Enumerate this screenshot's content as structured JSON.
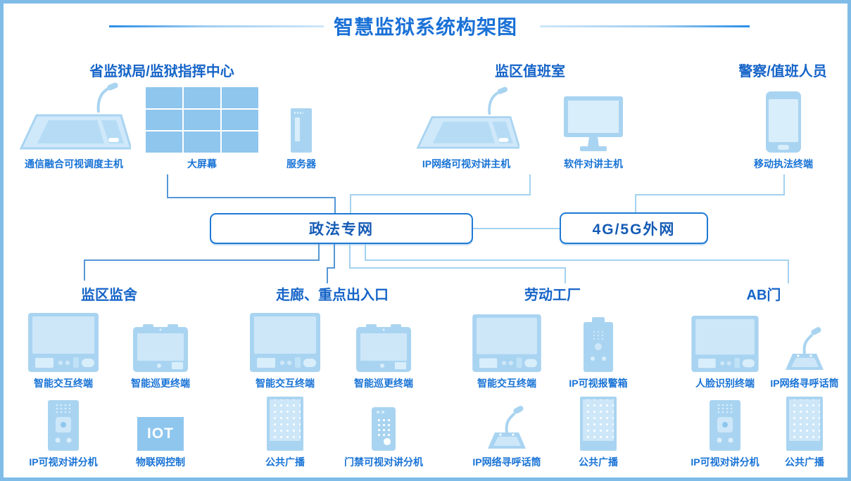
{
  "title": "智慧监狱系统构架图",
  "top_groups": [
    {
      "name": "省监狱局/监狱指挥中心",
      "devices": [
        {
          "label": "通信融合可视调度主机",
          "icon": "dispatch-console"
        },
        {
          "label": "大屏幕",
          "icon": "video-wall"
        },
        {
          "label": "服务器",
          "icon": "server"
        }
      ]
    },
    {
      "name": "监区值班室",
      "devices": [
        {
          "label": "IP网络可视对讲主机",
          "icon": "dispatch-console"
        },
        {
          "label": "软件对讲主机",
          "icon": "desktop-monitor"
        }
      ]
    },
    {
      "name": "警察/值班人员",
      "devices": [
        {
          "label": "移动执法终端",
          "icon": "mobile-phone"
        }
      ]
    }
  ],
  "networks": [
    {
      "label": "政法专网"
    },
    {
      "label": "4G/5G外网"
    }
  ],
  "bottom_groups": [
    {
      "name": "监区监舍",
      "devices": [
        {
          "label": "智能交互终端",
          "icon": "interactive-terminal"
        },
        {
          "label": "智能巡更终端",
          "icon": "patrol-tablet"
        },
        {
          "label": "IP可视对讲分机",
          "icon": "video-intercom"
        },
        {
          "label": "物联网控制",
          "icon": "iot-box",
          "icon_text": "IOT"
        }
      ]
    },
    {
      "name": "走廊、重点出入口",
      "devices": [
        {
          "label": "智能交互终端",
          "icon": "interactive-terminal"
        },
        {
          "label": "智能巡更终端",
          "icon": "patrol-tablet"
        },
        {
          "label": "公共广播",
          "icon": "pa-speaker"
        },
        {
          "label": "门禁可视对讲分机",
          "icon": "access-intercom"
        }
      ]
    },
    {
      "name": "劳动工厂",
      "devices": [
        {
          "label": "智能交互终端",
          "icon": "interactive-terminal"
        },
        {
          "label": "IP可视报警箱",
          "icon": "alarm-box"
        },
        {
          "label": "IP网络寻呼话筒",
          "icon": "paging-mic"
        },
        {
          "label": "公共广播",
          "icon": "pa-speaker"
        }
      ]
    },
    {
      "name": "AB门",
      "devices": [
        {
          "label": "人脸识别终端",
          "icon": "face-recognition-terminal"
        },
        {
          "label": "IP网络寻呼话筒",
          "icon": "paging-mic"
        },
        {
          "label": "IP可视对讲分机",
          "icon": "video-intercom"
        },
        {
          "label": "公共广播",
          "icon": "pa-speaker"
        }
      ]
    }
  ],
  "colors": {
    "frame_border": "#7fbce8",
    "title_text": "#1a71d6",
    "group_title_text": "#1564c8",
    "device_label_text": "#1873d6",
    "node_border": "#1d7ad4",
    "node_text": "#155bb5",
    "connector_light": "#a3d2f0",
    "connector_dark": "#5597d6",
    "device_fill": "#a9d4f1",
    "device_fill_light": "#cde7f9",
    "screen_fill": "#8ec6ee"
  }
}
